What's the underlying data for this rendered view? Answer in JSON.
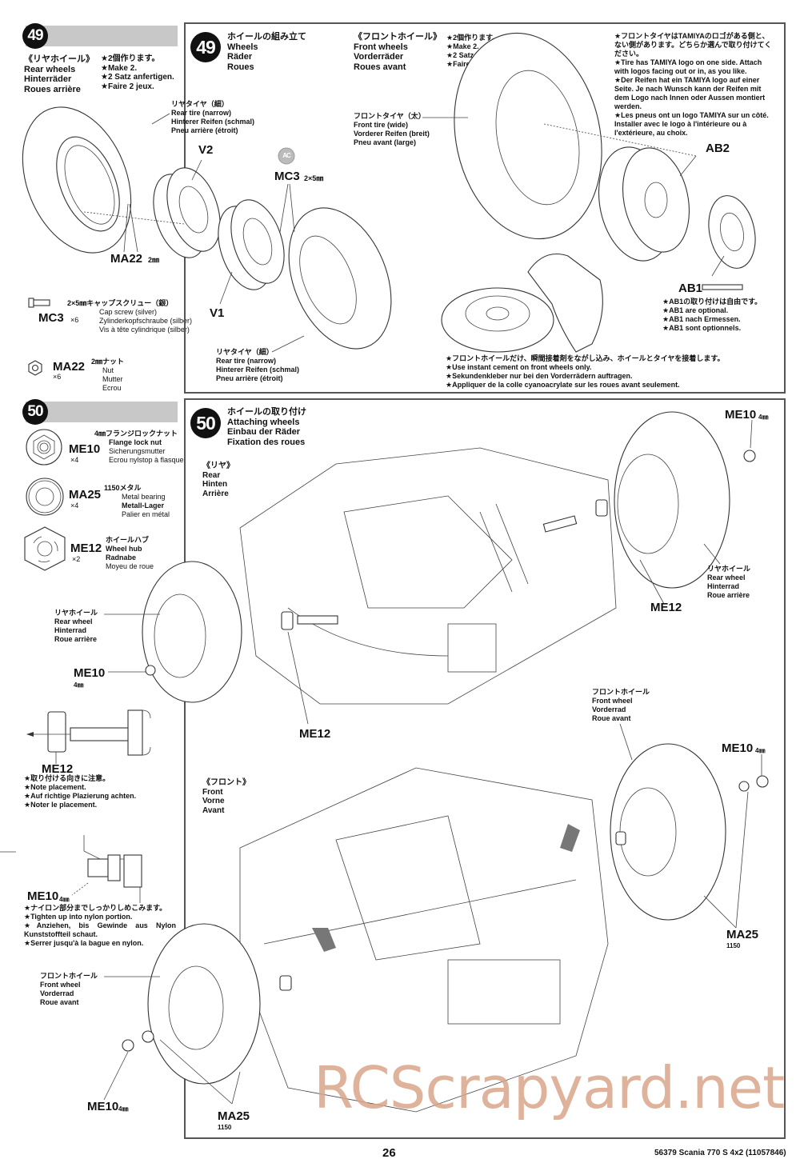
{
  "step49": {
    "number": "49",
    "side": {
      "title_jp": "《リヤホイール》",
      "title_en": "Rear wheels",
      "title_de": "Hinterräder",
      "title_fr": "Roues arrière",
      "notes": [
        "★2個作ります。",
        "★Make 2.",
        "★2 Satz anfertigen.",
        "★Faire 2 jeux."
      ]
    },
    "header": {
      "jp": "ホイールの組み立て",
      "en": "Wheels",
      "de": "Räder",
      "fr": "Roues"
    },
    "front": {
      "title_jp": "《フロントホイール》",
      "title_en": "Front wheels",
      "title_de": "Vorderräder",
      "title_fr": "Roues avant",
      "notes": [
        "★2個作ります。",
        "★Make 2.",
        "★2 Satz anfertigen.",
        "★Faire 2 jeux."
      ]
    },
    "logo_note": [
      "★フロントタイヤはTAMIYAのロゴがある側と、ない側があります。どちらか選んで取り付けてください。",
      "★Tire has TAMIYA logo on one side. Attach with logos facing out or in, as you like.",
      "★Der Reifen hat ein TAMIYA logo auf einer Seite. Je nach Wunsch kann der Reifen mit dem Logo nach Innen oder Aussen montiert werden.",
      "★Les pneus ont un logo TAMIYA sur un côté. Installer avec le logo à l'intérieure ou à l'extérieure, au choix."
    ],
    "rear_tire_top": [
      "リヤタイヤ（細）",
      "Rear tire (narrow)",
      "Hinterer Reifen (schmal)",
      "Pneu arrière (étroit)"
    ],
    "rear_tire_bottom": [
      "リヤタイヤ（細）",
      "Rear tire (narrow)",
      "Hinterer Reifen (schmal)",
      "Pneu arrière (étroit)"
    ],
    "front_tire": [
      "フロントタイヤ（太）",
      "Front tire (wide)",
      "Vorderer Reifen (breit)",
      "Pneu avant (large)"
    ],
    "labels": {
      "v2": "V2",
      "v1": "V1",
      "mc3": "MC3",
      "mc3_size": "2×5㎜",
      "ma22": "MA22",
      "ma22_size": "2㎜",
      "ab2": "AB2",
      "ab1": "AB1",
      "tool_badge": "AC"
    },
    "parts": [
      {
        "code": "MC3",
        "qty": "×6",
        "desc": [
          "2×5㎜キャップスクリュー（銀）",
          "Cap screw (silver)",
          "Zylinderkopfschraube (silber)",
          "Vis à tête cylindrique (silber)"
        ]
      },
      {
        "code": "MA22",
        "qty": "×6",
        "desc": [
          "2㎜ナット",
          "Nut",
          "Mutter",
          "Ecrou"
        ]
      }
    ],
    "ab1_note": [
      "★AB1の取り付けは自由です。",
      "★AB1 are optional.",
      "★AB1 nach Ermessen.",
      "★AB1 sont optionnels."
    ],
    "cement_note": [
      "★フロントホイールだけ、瞬間接着剤をながし込み、ホイールとタイヤを接着します。",
      "★Use instant cement on front wheels only.",
      "★Sekundenkleber nur bei den Vorderrädern auftragen.",
      "★Appliquer de la colle cyanoacrylate sur les roues avant seulement."
    ]
  },
  "step50": {
    "number": "50",
    "header": {
      "jp": "ホイールの取り付け",
      "en": "Attaching wheels",
      "de": "Einbau der Räder",
      "fr": "Fixation des roues"
    },
    "parts": [
      {
        "code": "ME10",
        "qty": "×4",
        "desc": [
          "4㎜フランジロックナット",
          "Flange lock nut",
          "Sicherungsmutter",
          "Ecrou nylstop à flasque"
        ]
      },
      {
        "code": "MA25",
        "qty": "×4",
        "desc": [
          "1150メタル",
          "Metal bearing",
          "Metall-Lager",
          "Palier en métal"
        ]
      },
      {
        "code": "ME12",
        "qty": "×2",
        "desc": [
          "ホイールハブ",
          "Wheel hub",
          "Radnabe",
          "Moyeu de roue"
        ]
      }
    ],
    "rear": {
      "jp": "《リヤ》",
      "en": "Rear",
      "de": "Hinten",
      "fr": "Arrière"
    },
    "front": {
      "jp": "《フロント》",
      "en": "Front",
      "de": "Vorne",
      "fr": "Avant"
    },
    "rear_wheel_right": [
      "リヤホイール",
      "Rear wheel",
      "Hinterrad",
      "Roue arrière"
    ],
    "rear_wheel_left": [
      "リヤホイール",
      "Rear wheel",
      "Hinterrad",
      "Roue arrière"
    ],
    "front_wheel_right": [
      "フロントホイール",
      "Front wheel",
      "Vorderrad",
      "Roue avant"
    ],
    "front_wheel_left": [
      "フロントホイール",
      "Front wheel",
      "Vorderrad",
      "Roue avant"
    ],
    "labels": {
      "me10": "ME10",
      "size_4mm": "4㎜",
      "me12": "ME12",
      "ma25": "MA25",
      "ma25_sub": "1150"
    },
    "me12_note": [
      "★取り付ける向きに注意。",
      "★Note placement.",
      "★Auf richtige Plazierung achten.",
      "★Noter le placement."
    ],
    "me10_note": [
      "★ナイロン部分までしっかりしめこみます。",
      "★Tighten up into nylon portion.",
      "★Anziehen, bis Gewinde aus Nylon Kunststoffteil schaut.",
      "★Serrer jusqu'à la bague en nylon."
    ]
  },
  "footer": {
    "page_number": "26",
    "product": "56379 Scania 770 S 4x2 (11057846)",
    "watermark": "RCScrapyard.net"
  },
  "colors": {
    "header_bar": "#c8c8c8",
    "frame": "#555555",
    "watermark": "#d9a58a"
  }
}
